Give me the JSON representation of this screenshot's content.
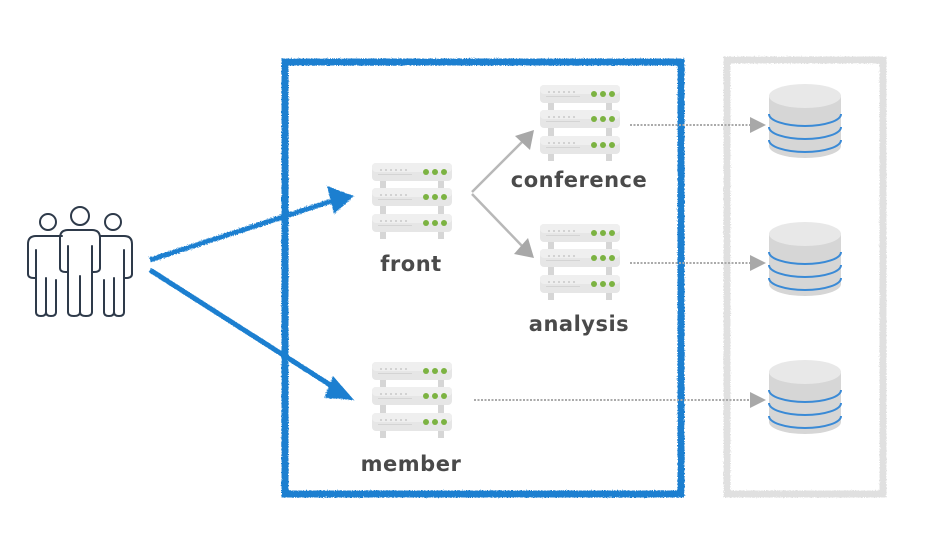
{
  "diagram": {
    "users": {
      "icon": "users-group-icon",
      "label": ""
    },
    "services": [
      {
        "id": "front",
        "label": "front",
        "icon": "server-rack-icon"
      },
      {
        "id": "conference",
        "label": "conference",
        "icon": "server-rack-icon"
      },
      {
        "id": "analysis",
        "label": "analysis",
        "icon": "server-rack-icon"
      },
      {
        "id": "member",
        "label": "member",
        "icon": "server-rack-icon"
      }
    ],
    "databases": [
      {
        "id": "db-conference",
        "icon": "database-icon"
      },
      {
        "id": "db-analysis",
        "icon": "database-icon"
      },
      {
        "id": "db-member",
        "icon": "database-icon"
      }
    ],
    "groups": [
      {
        "id": "services-group",
        "color": "#1a7fd0"
      },
      {
        "id": "database-group",
        "color": "#dcdcdc"
      }
    ],
    "edges": [
      {
        "from": "users",
        "to": "front",
        "style": "blue-sketch-arrow"
      },
      {
        "from": "users",
        "to": "member",
        "style": "blue-sketch-arrow"
      },
      {
        "from": "front",
        "to": "conference",
        "style": "gray-arrow"
      },
      {
        "from": "front",
        "to": "analysis",
        "style": "gray-arrow"
      },
      {
        "from": "conference",
        "to": "db-conference",
        "style": "gray-dotted-arrow"
      },
      {
        "from": "analysis",
        "to": "db-analysis",
        "style": "gray-dotted-arrow"
      },
      {
        "from": "member",
        "to": "db-member",
        "style": "gray-dotted-arrow"
      }
    ],
    "colors": {
      "server_body": "#e4e4e4",
      "server_led": "#7cb342",
      "db_body": "#d8d8d8",
      "db_stripe": "#3a8ad6",
      "user_stroke": "#2e3a4a",
      "label": "#4a4a4a"
    }
  }
}
